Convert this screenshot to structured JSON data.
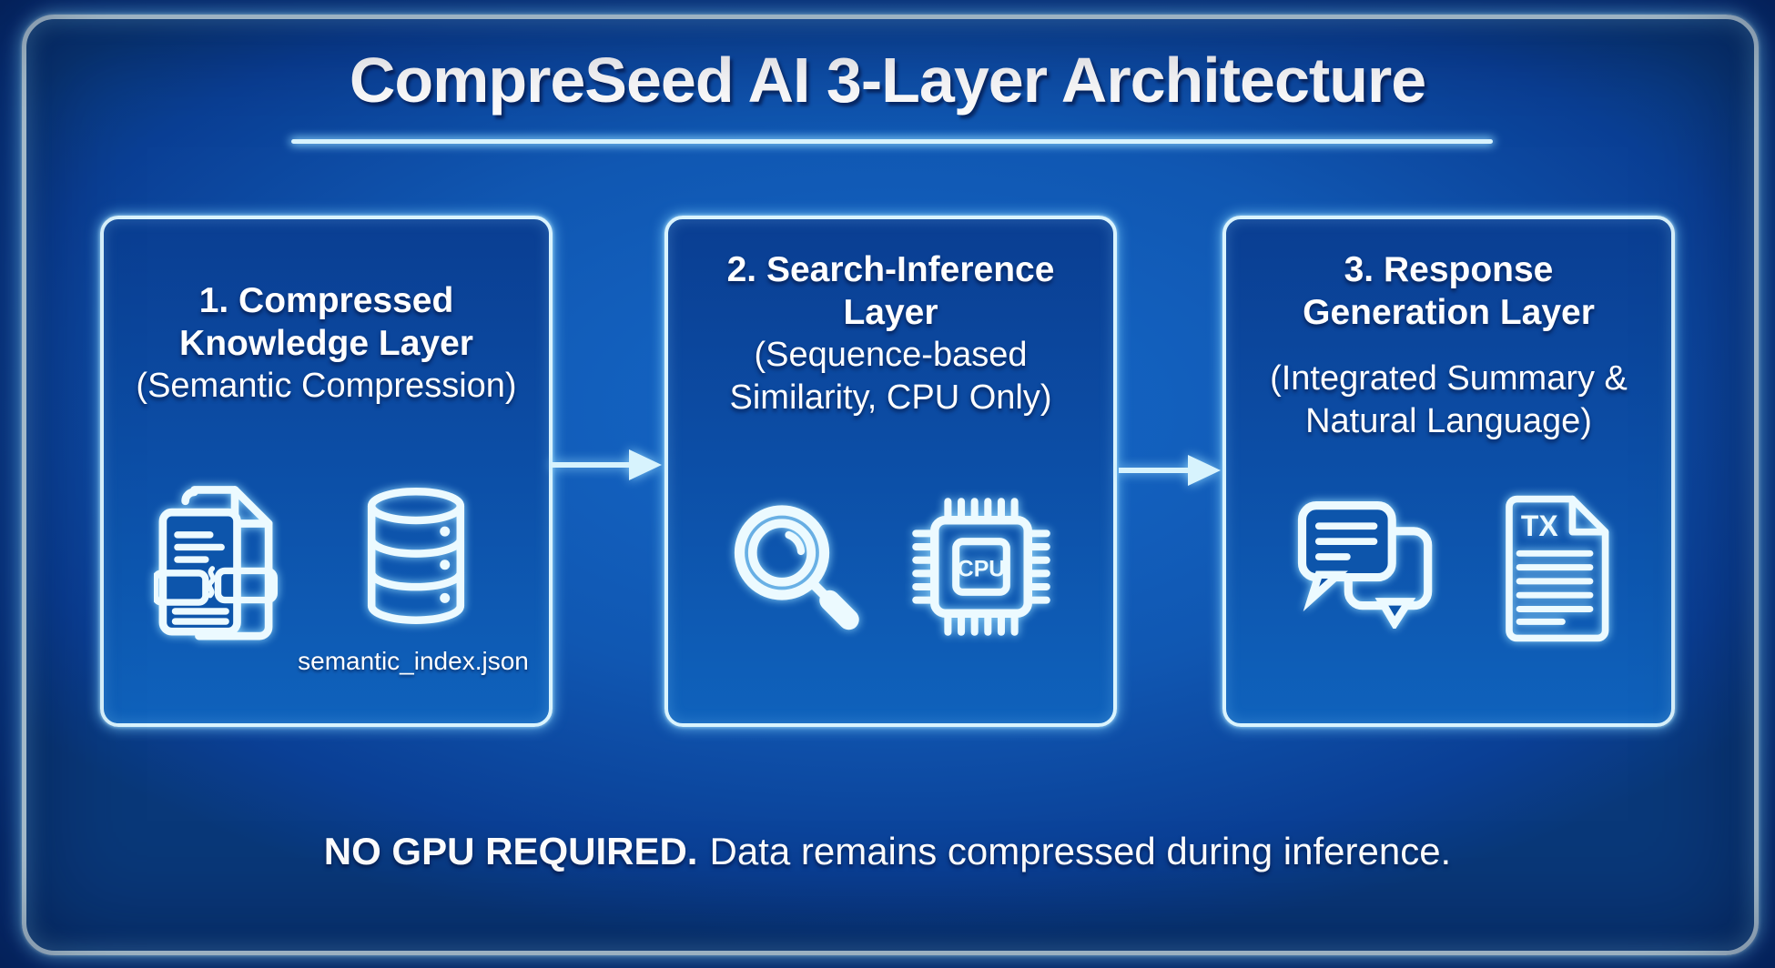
{
  "title": "CompreSeed AI 3-Layer Architecture",
  "layers": [
    {
      "heading_lines": [
        "1. Compressed",
        "Knowledge Layer"
      ],
      "subtitle_lines": [
        "(Semantic Compression)"
      ],
      "caption": "semantic_index.json"
    },
    {
      "heading_lines": [
        "2. Search-Inference",
        "Layer"
      ],
      "subtitle_lines": [
        "(Sequence-based",
        "Similarity, CPU Only)"
      ],
      "chip_label": "CPU"
    },
    {
      "heading_lines": [
        "3. Response",
        "Generation Layer"
      ],
      "subtitle_lines": [
        "(Integrated Summary &",
        "Natural Language)"
      ],
      "doc_label": "TX"
    }
  ],
  "footer": {
    "bold": "NO GPU REQUIRED.",
    "regular": "Data remains compressed during inference."
  },
  "colors": {
    "background_blue": "#1258b6",
    "panel_center_blue": "#1568c8",
    "panel_edge_blue": "#093879",
    "box_top_blue": "#0a3e92",
    "box_bottom_blue": "#0f62bc",
    "neon_border": "#d7f3fd",
    "text_white": "#ffffff"
  }
}
